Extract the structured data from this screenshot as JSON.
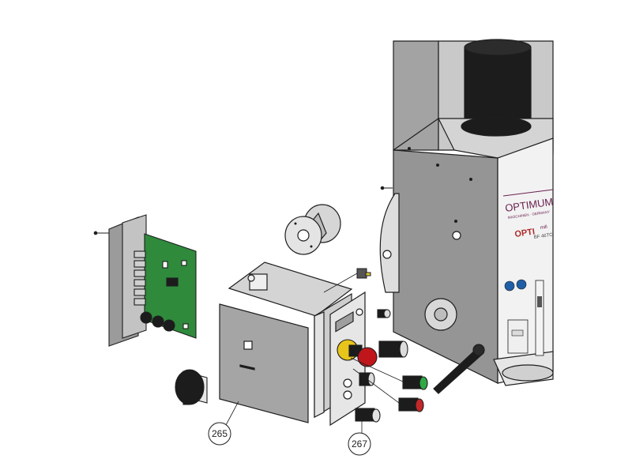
{
  "diagram": {
    "brand": {
      "name": "OPTIMUM",
      "tagline": "MASCHINEN · GERMANY",
      "model_prefix": "OPTI",
      "model_sub": "mill",
      "model_code": "BF 46TC"
    },
    "callouts": [
      {
        "id": "265",
        "label": "265"
      },
      {
        "id": "267",
        "label": "267"
      }
    ],
    "colors": {
      "outline": "#1e1e1e",
      "housing": "#9a9a9a",
      "housing_light": "#c8c8c8",
      "panel": "#a5a5a5",
      "pcb": "#2f8a3c",
      "black_part": "#1c1c1c",
      "emergency_red": "#c0161b",
      "button_green": "#2fa845",
      "button_red": "#c2282a",
      "yellow_ring": "#e8c51a",
      "brand_purple": "#6a2150",
      "label_blue": "#1f5fa8"
    }
  }
}
